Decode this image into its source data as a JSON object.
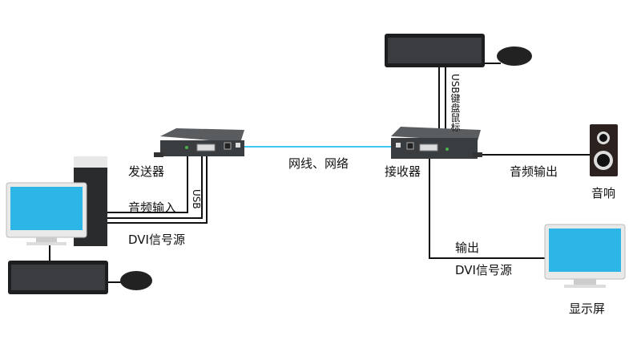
{
  "labels": {
    "transmitter": "发送器",
    "audio_input": "音频输入",
    "usb": "USB",
    "dvi_source_left": "DVI信号源",
    "network_cable": "网线、网络",
    "receiver": "接收器",
    "usb_keyboard_mouse": "USB键盘鼠标",
    "audio_output": "音频输出",
    "speaker": "音响",
    "output": "输出",
    "dvi_source_right": "DVI信号源",
    "display": "显示屏"
  },
  "colors": {
    "network_line": "#3ec7f0",
    "cable": "#111111",
    "screen": "#2bb6e6",
    "device_body": "#3a3d40"
  }
}
